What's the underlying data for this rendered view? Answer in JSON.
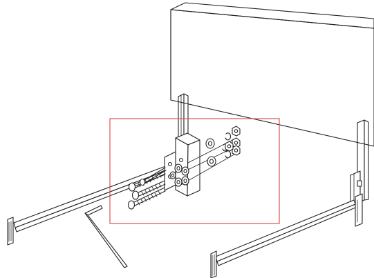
{
  "diagram": {
    "kind": "assembly-illustration",
    "highlight_color": "#d9534f",
    "line_color": "#222222",
    "parts": [
      "headboard-panel",
      "headboard-leg-left",
      "headboard-leg-right",
      "mounting-bracket",
      "bolt-set",
      "washer-nut-set",
      "side-rail-left",
      "side-rail-right",
      "hex-key"
    ]
  }
}
